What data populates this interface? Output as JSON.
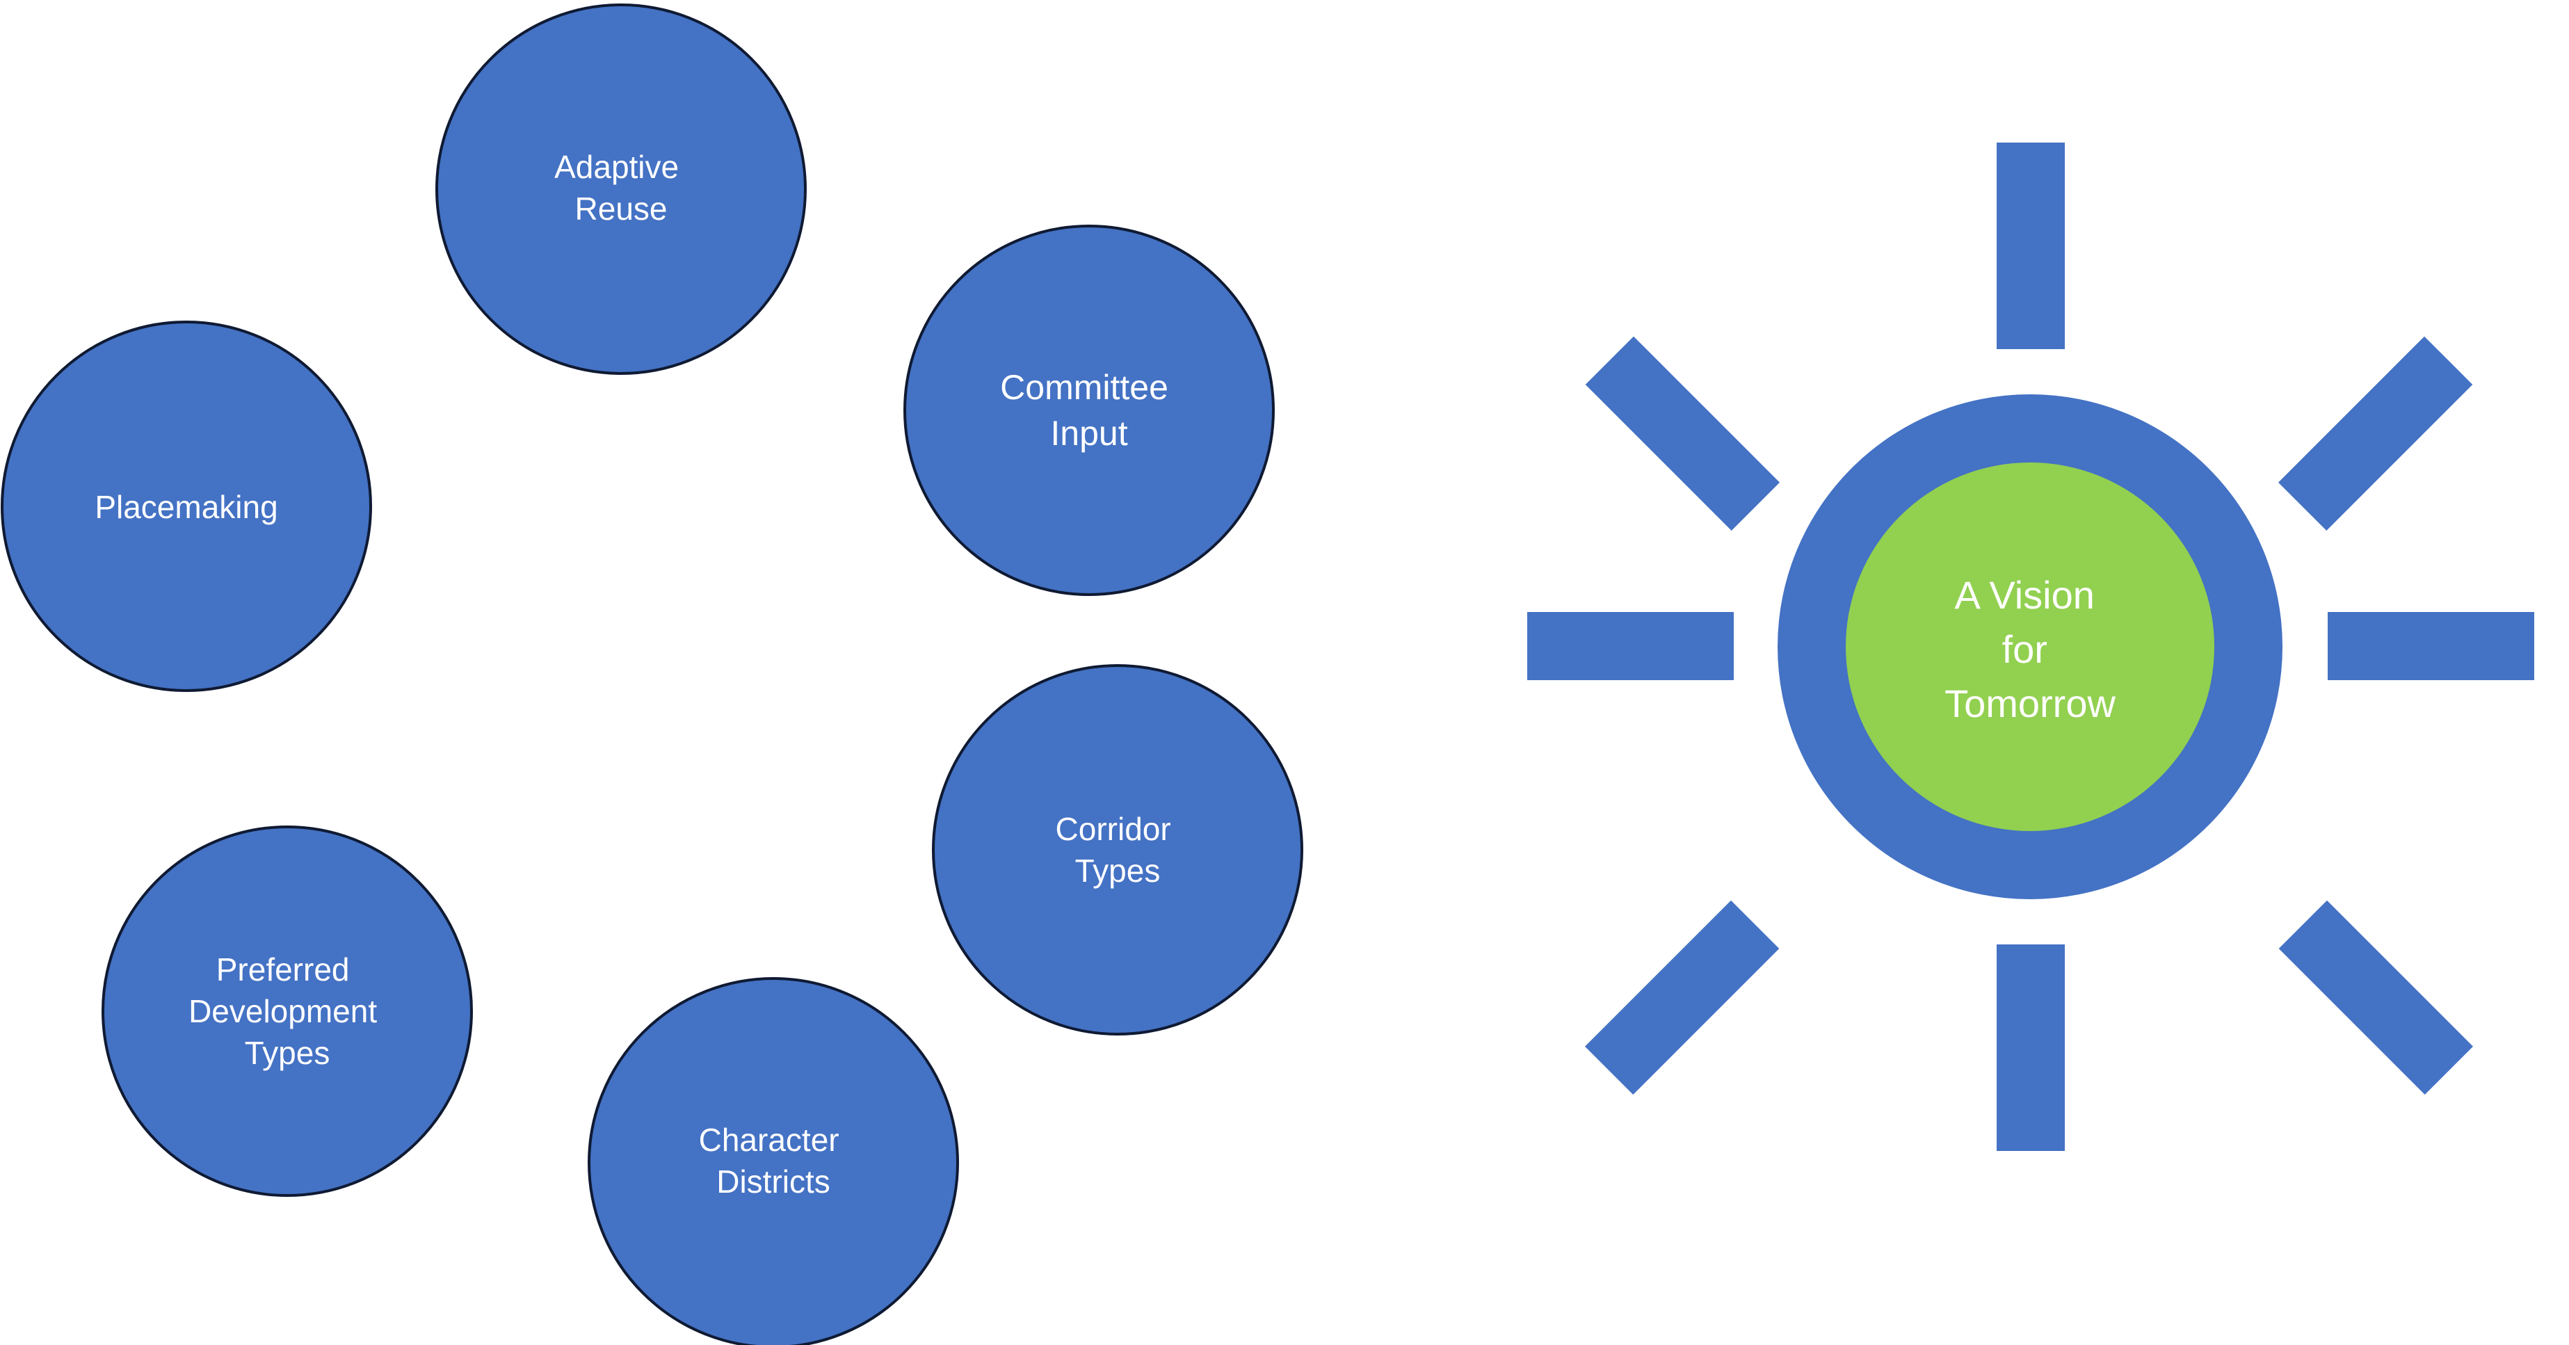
{
  "topics": [
    {
      "id": "adaptive-reuse",
      "lines": [
        "Adaptive",
        "Reuse"
      ]
    },
    {
      "id": "committee-input",
      "lines": [
        "Committee",
        "Input"
      ]
    },
    {
      "id": "placemaking",
      "lines": [
        "Placemaking"
      ]
    },
    {
      "id": "corridor-types",
      "lines": [
        "Corridor",
        "Types"
      ]
    },
    {
      "id": "preferred-development-types",
      "lines": [
        "Preferred",
        "Development",
        "Types"
      ]
    },
    {
      "id": "character-districts",
      "lines": [
        "Character",
        "Districts"
      ]
    }
  ],
  "vision": {
    "lines": [
      "A Vision",
      "for",
      "Tomorrow"
    ]
  },
  "colors": {
    "bubble_fill": "#4472c4",
    "bubble_outline": "#0f1a33",
    "sun_ring": "#4472c4",
    "sun_core": "#92d050",
    "text": "#ffffff"
  }
}
